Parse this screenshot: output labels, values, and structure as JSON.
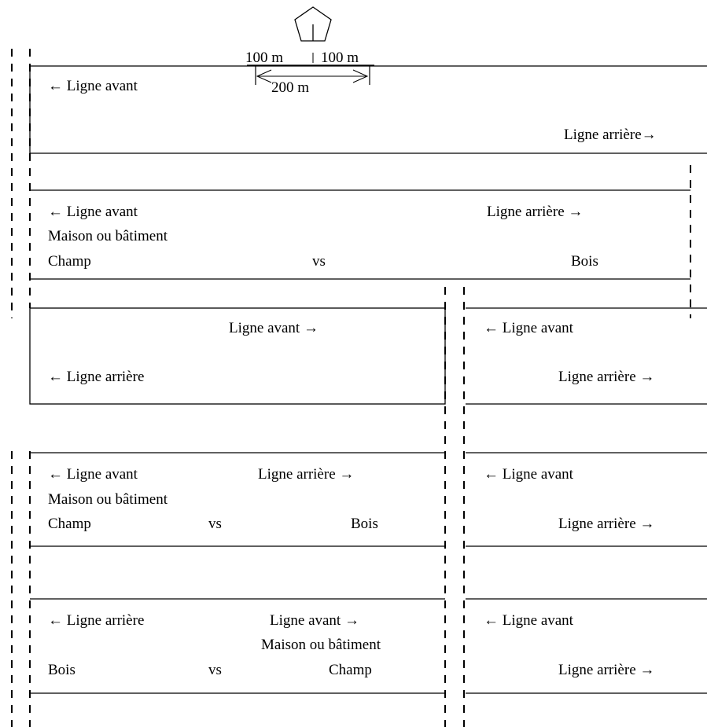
{
  "marker": {
    "icon": "pentagon-icon",
    "dist_left": "100 m",
    "dist_right": "100 m",
    "span": "200 m"
  },
  "labels": {
    "front_left": "← Ligne avant",
    "front_right": "Ligne avant →",
    "rear_left": "← Ligne arrière",
    "rear_right": "Ligne arrière →",
    "rear_right_tight": "Ligne arrière→",
    "house": "Maison ou bâtiment",
    "field": "Champ",
    "woods": "Bois",
    "vs": "vs"
  },
  "colors": {
    "line": "#000000",
    "background": "#ffffff"
  }
}
